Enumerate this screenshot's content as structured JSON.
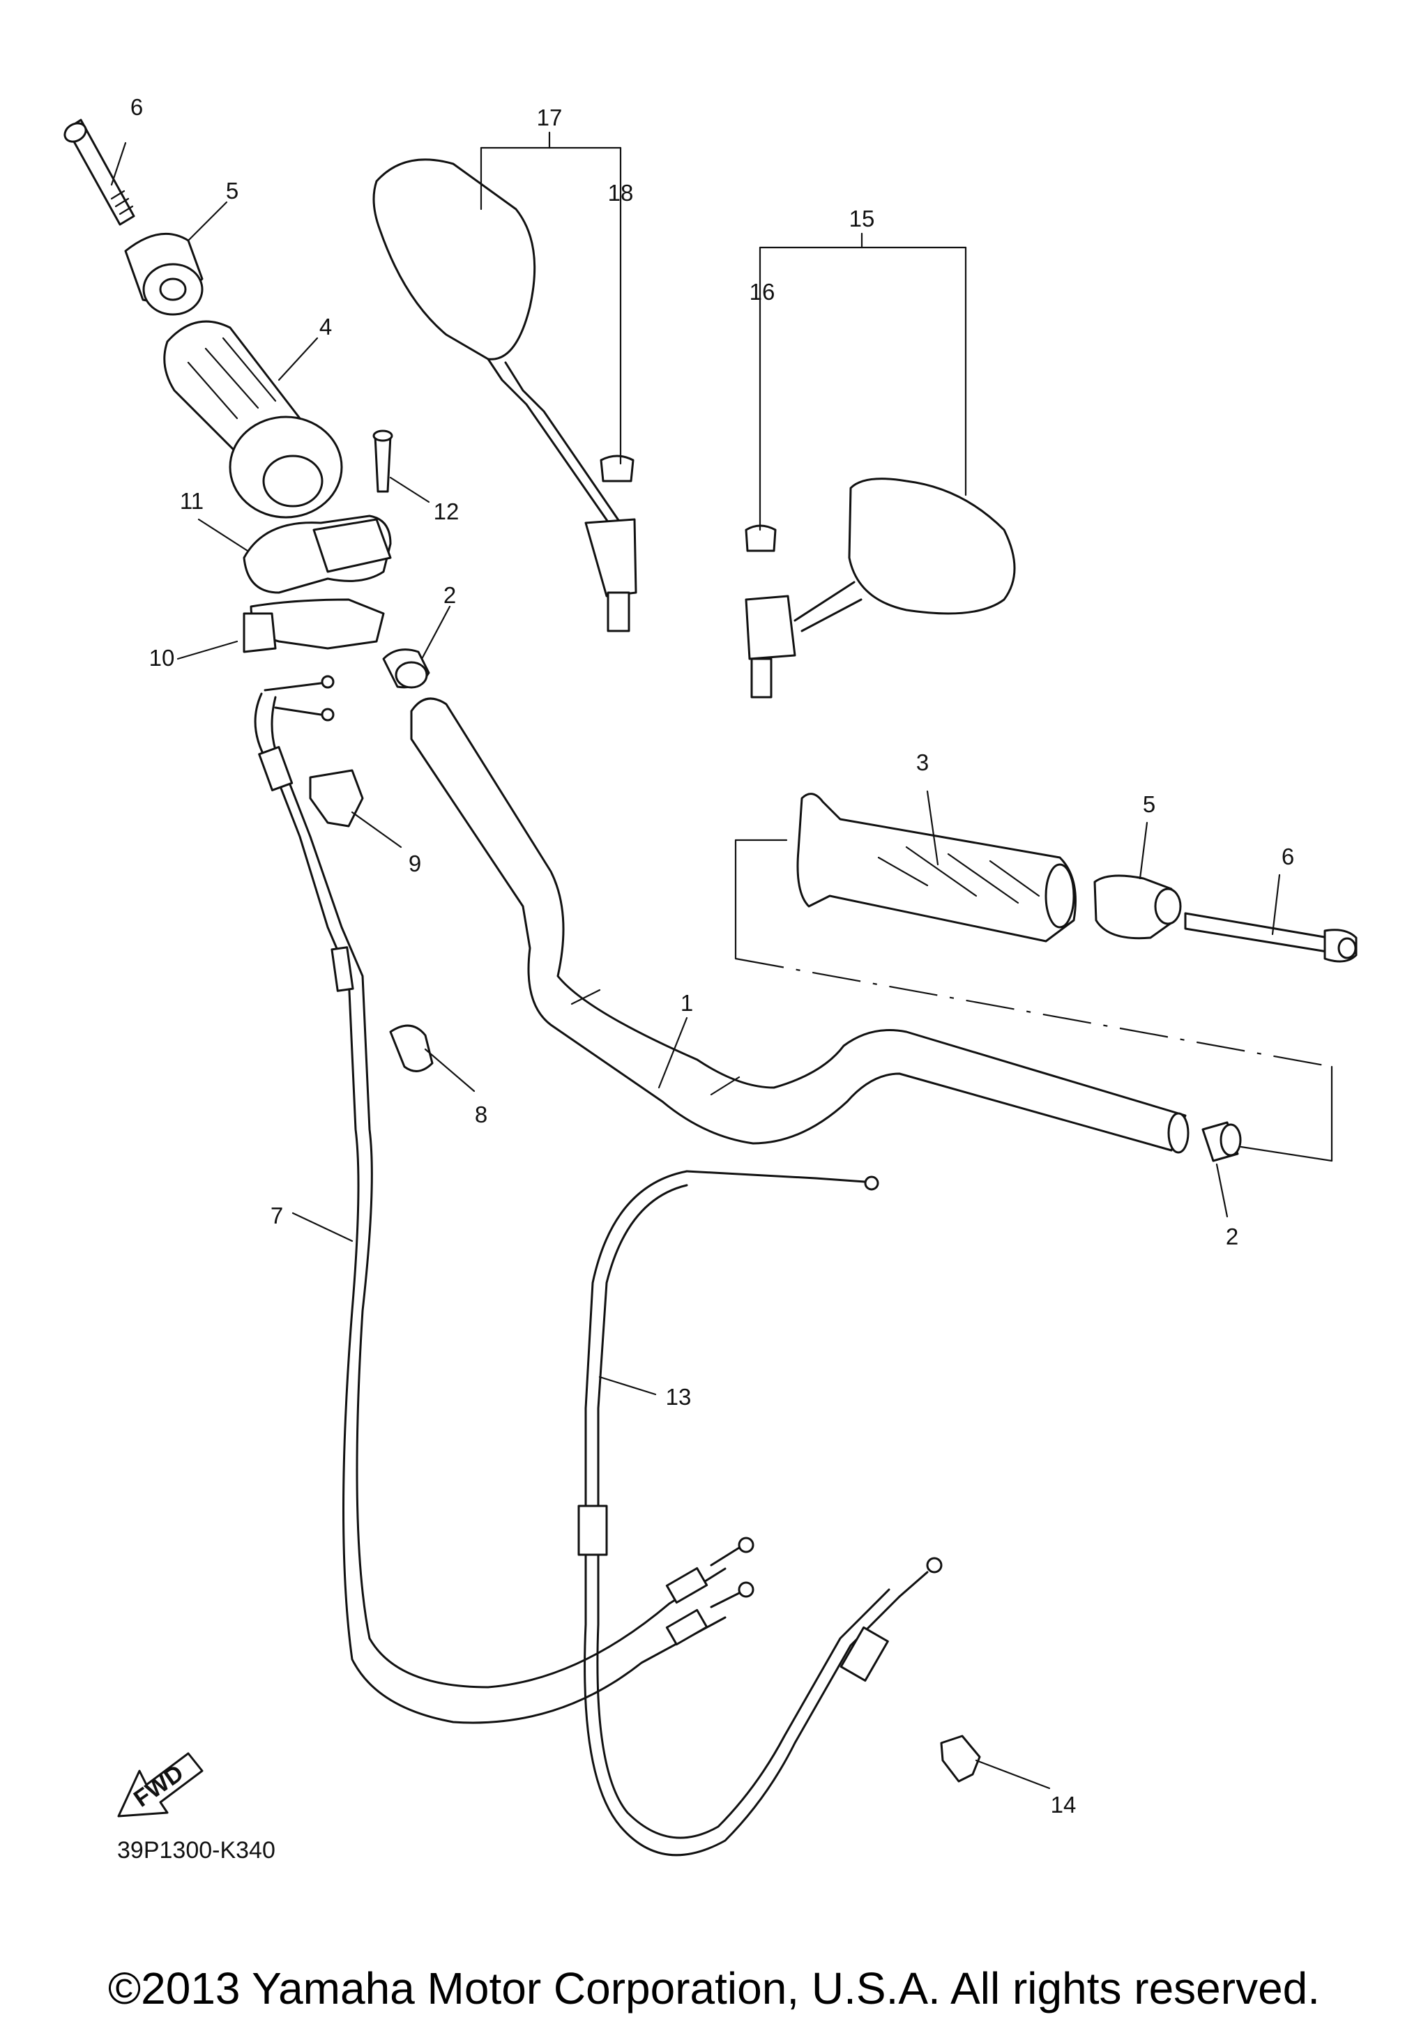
{
  "callouts": {
    "c1": "1",
    "c2a": "2",
    "c2b": "2",
    "c3": "3",
    "c4": "4",
    "c5a": "5",
    "c5b": "5",
    "c6a": "6",
    "c6b": "6",
    "c7": "7",
    "c8": "8",
    "c9": "9",
    "c10": "10",
    "c11": "11",
    "c12": "12",
    "c13": "13",
    "c14": "14",
    "c15": "15",
    "c16": "16",
    "c17": "17",
    "c18": "18"
  },
  "fwd_label": "FWD",
  "diagram_code": "39P1300-K340",
  "copyright": "©2013 Yamaha Motor Corporation, U.S.A. All rights reserved."
}
